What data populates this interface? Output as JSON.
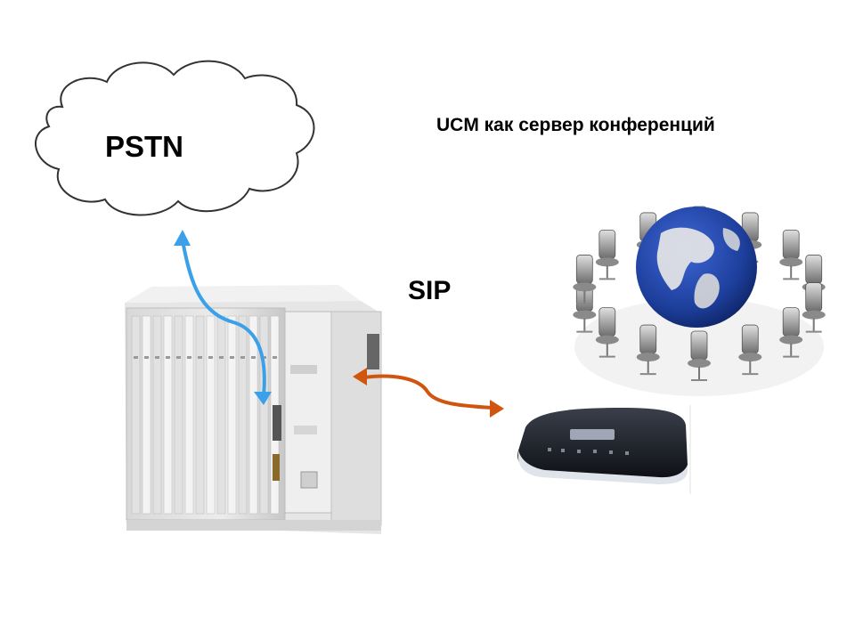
{
  "diagram": {
    "cloud_label": "PSTN",
    "title": "UCM как сервер конференций",
    "link_label": "SIP",
    "colors": {
      "pstn_arrow": "#3aa0ea",
      "sip_arrow": "#d0560f",
      "globe_ocean": "#1d3f9c",
      "cloud_stroke": "#333333"
    },
    "icons": {
      "cloud": "cloud-icon",
      "pbx": "pbx-chassis-icon",
      "conference": "conference-globe-icon",
      "ucm": "ucm-device-icon"
    }
  }
}
